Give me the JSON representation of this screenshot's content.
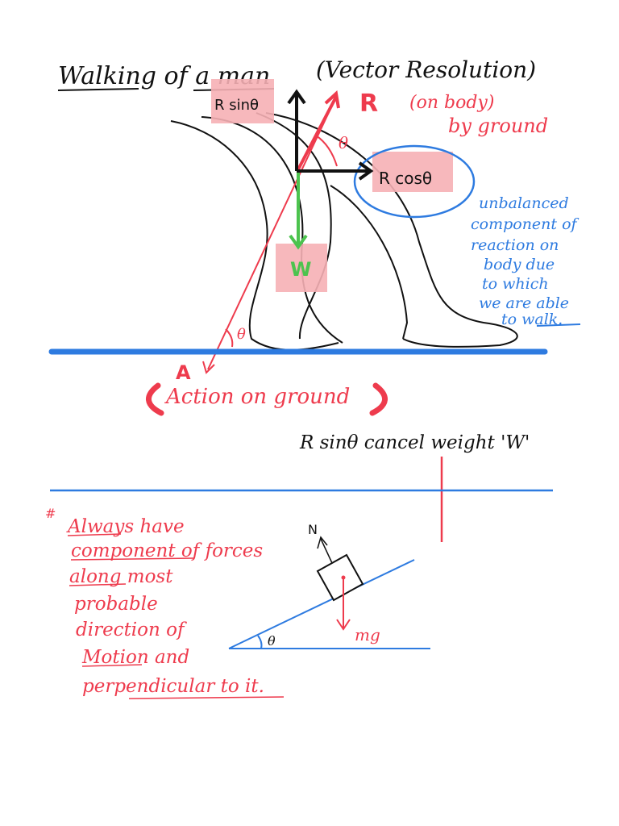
{
  "colors": {
    "black": "#111111",
    "red": "#ee3b4d",
    "blue": "#2e7be0",
    "green": "#4cc34e",
    "highlight": "#f6b0b5"
  },
  "diagram1": {
    "title": "Walking of a man",
    "subtitle": "(Vector Resolution)",
    "r_label": "R",
    "r_note_1": "(on body)",
    "r_note_2": "by ground",
    "r_sin": "R sinθ",
    "r_cos": "R cosθ",
    "theta_top": "θ",
    "theta_bottom": "θ",
    "w_label": "W",
    "a_label": "A",
    "action_label": "Action on ground",
    "blue_note": [
      "unbalanced",
      "component of",
      "reaction on",
      "body due",
      "to which",
      "we are able",
      "to walk."
    ]
  },
  "middle_note": "R sinθ cancel weight 'W'",
  "diagram2": {
    "bullet": "#",
    "note_lines": [
      "Always have",
      "component of forces",
      "along most",
      "probable",
      "direction of",
      "Motion and",
      "perpendicular to it."
    ],
    "n_label": "N",
    "mg_label": "mg",
    "theta_label": "θ"
  }
}
